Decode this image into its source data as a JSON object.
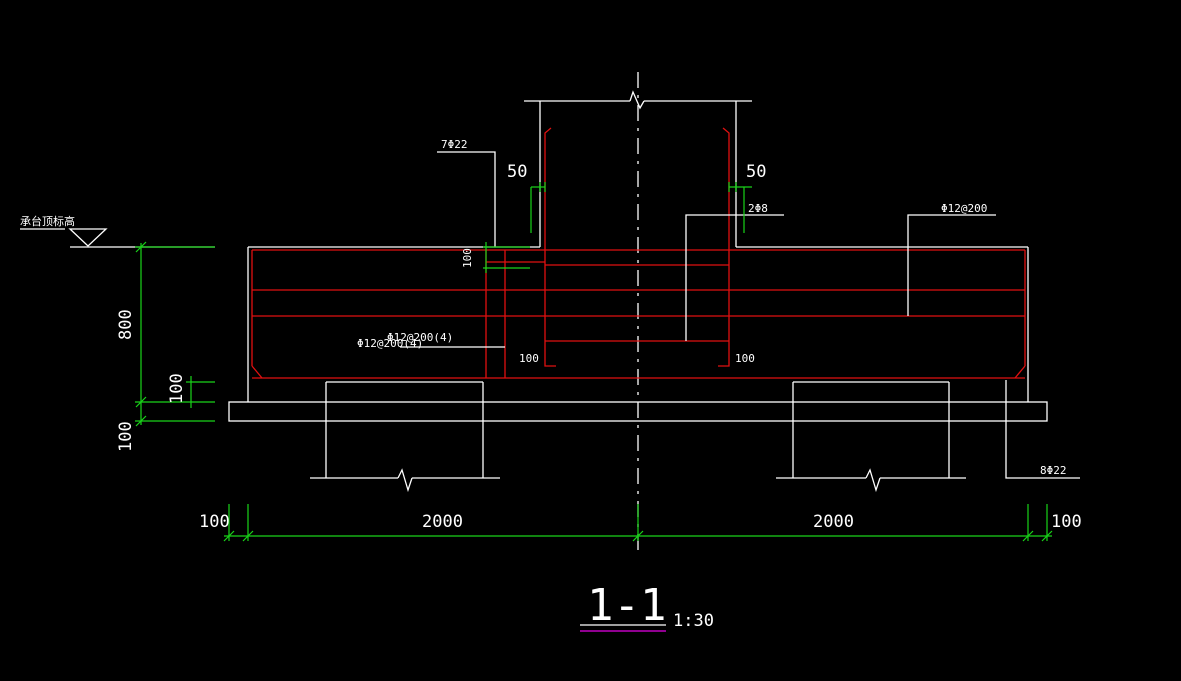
{
  "colors": {
    "background": "#000000",
    "outline": "#ffffff",
    "rebar": "#e01010",
    "dimension": "#19d419",
    "title_underline": "#c000c0"
  },
  "labels": {
    "ground_level": "承台顶标高",
    "rebar_top_left": "7Φ22",
    "rebar_2phi8": "2Φ8",
    "rebar_phi12_200": "Φ12@200",
    "stirrup_a": "Φ12@200(4)",
    "stirrup_b": "Φ12@200(4)",
    "rebar_bottom": "8Φ22",
    "anchor_left": "100",
    "anchor_right": "100"
  },
  "dimensions": {
    "cover_left": "50",
    "cover_right": "50",
    "top_cover": "100",
    "depth": "800",
    "bottom_cover": "100",
    "cushion": "100",
    "edge_left": "100",
    "span_left": "2000",
    "span_right": "2000",
    "edge_right": "100"
  },
  "title": {
    "section": "1-1",
    "scale": "1:30"
  }
}
